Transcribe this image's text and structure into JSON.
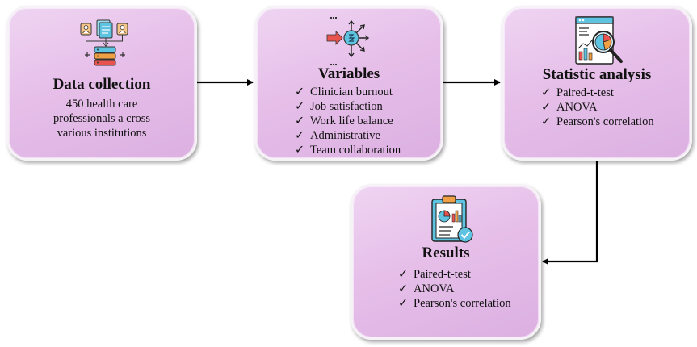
{
  "steps": {
    "data_collection": {
      "title": "Data collection",
      "description": [
        "450 health care",
        "professionals a cross",
        "various institutions"
      ],
      "icon": "data-collection-icon"
    },
    "variables": {
      "title": "Variables",
      "check_mark": "✓",
      "items": [
        "Clinician burnout",
        "Job satisfaction",
        "Work life balance",
        "Administrative",
        "Team collaboration"
      ],
      "icon": "variables-network-icon"
    },
    "statistic_analysis": {
      "title": "Statistic analysis",
      "check_mark": "✓",
      "items": [
        "Paired-t-test",
        "ANOVA",
        "Pearson's correlation"
      ],
      "icon": "analysis-magnifier-icon"
    },
    "results": {
      "title": "Results",
      "check_mark": "✓",
      "items": [
        "Paired-t-test",
        "ANOVA",
        "Pearson's correlation"
      ],
      "icon": "results-clipboard-icon"
    }
  },
  "colors": {
    "box_fill": "#e6bfe9",
    "arrow": "#000000",
    "icon_teal": "#27a9c6",
    "icon_orange": "#f0a044",
    "icon_red": "#e8534f"
  }
}
